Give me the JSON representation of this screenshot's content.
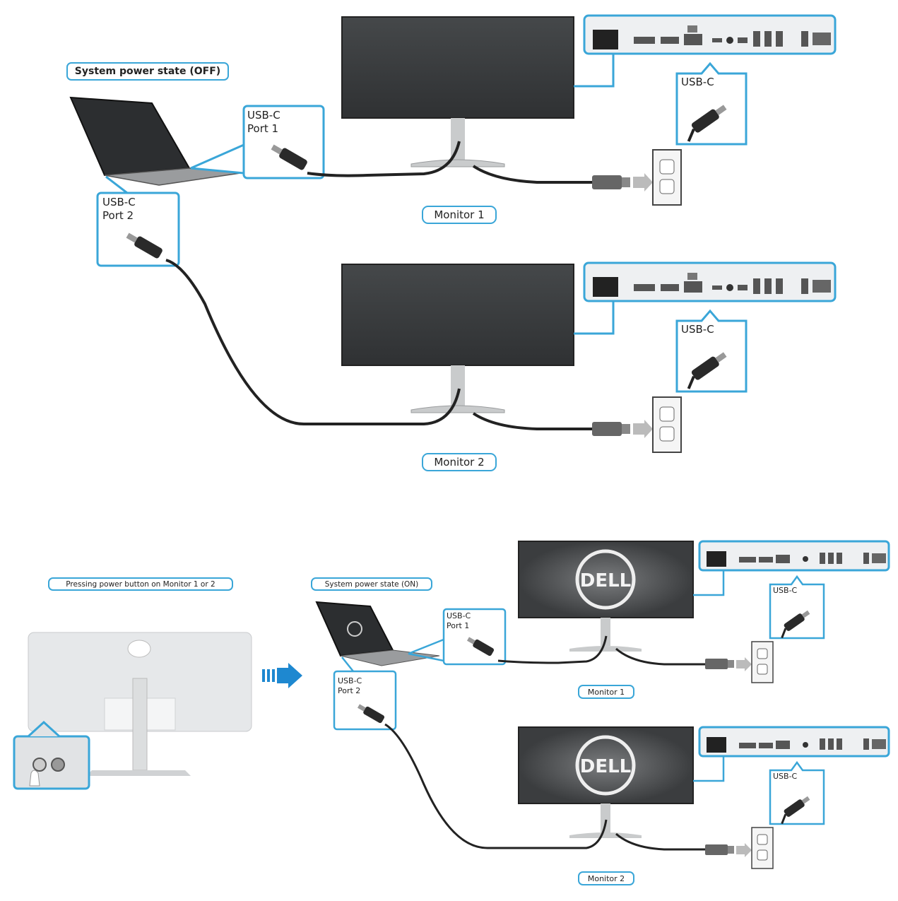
{
  "top": {
    "system_state": "System power state (OFF)",
    "laptop_port1": "USB-C\nPort 1",
    "laptop_port2": "USB-C\nPort 2",
    "monitor1_port": "USB-C",
    "monitor2_port": "USB-C",
    "monitor1_label": "Monitor 1",
    "monitor2_label": "Monitor 2"
  },
  "bottom": {
    "pressing_label": "Pressing power button on Monitor 1 or 2",
    "system_state": "System power state (ON)",
    "laptop_port1": "USB-C\nPort 1",
    "laptop_port2": "USB-C\nPort 2",
    "monitor1_port": "USB-C",
    "monitor2_port": "USB-C",
    "monitor1_label": "Monitor 1",
    "monitor2_label": "Monitor 2",
    "logo_text": "DELL"
  },
  "colors": {
    "accent": "#3aa6d8",
    "screen": "#3b3d3f",
    "cable": "#222222"
  }
}
